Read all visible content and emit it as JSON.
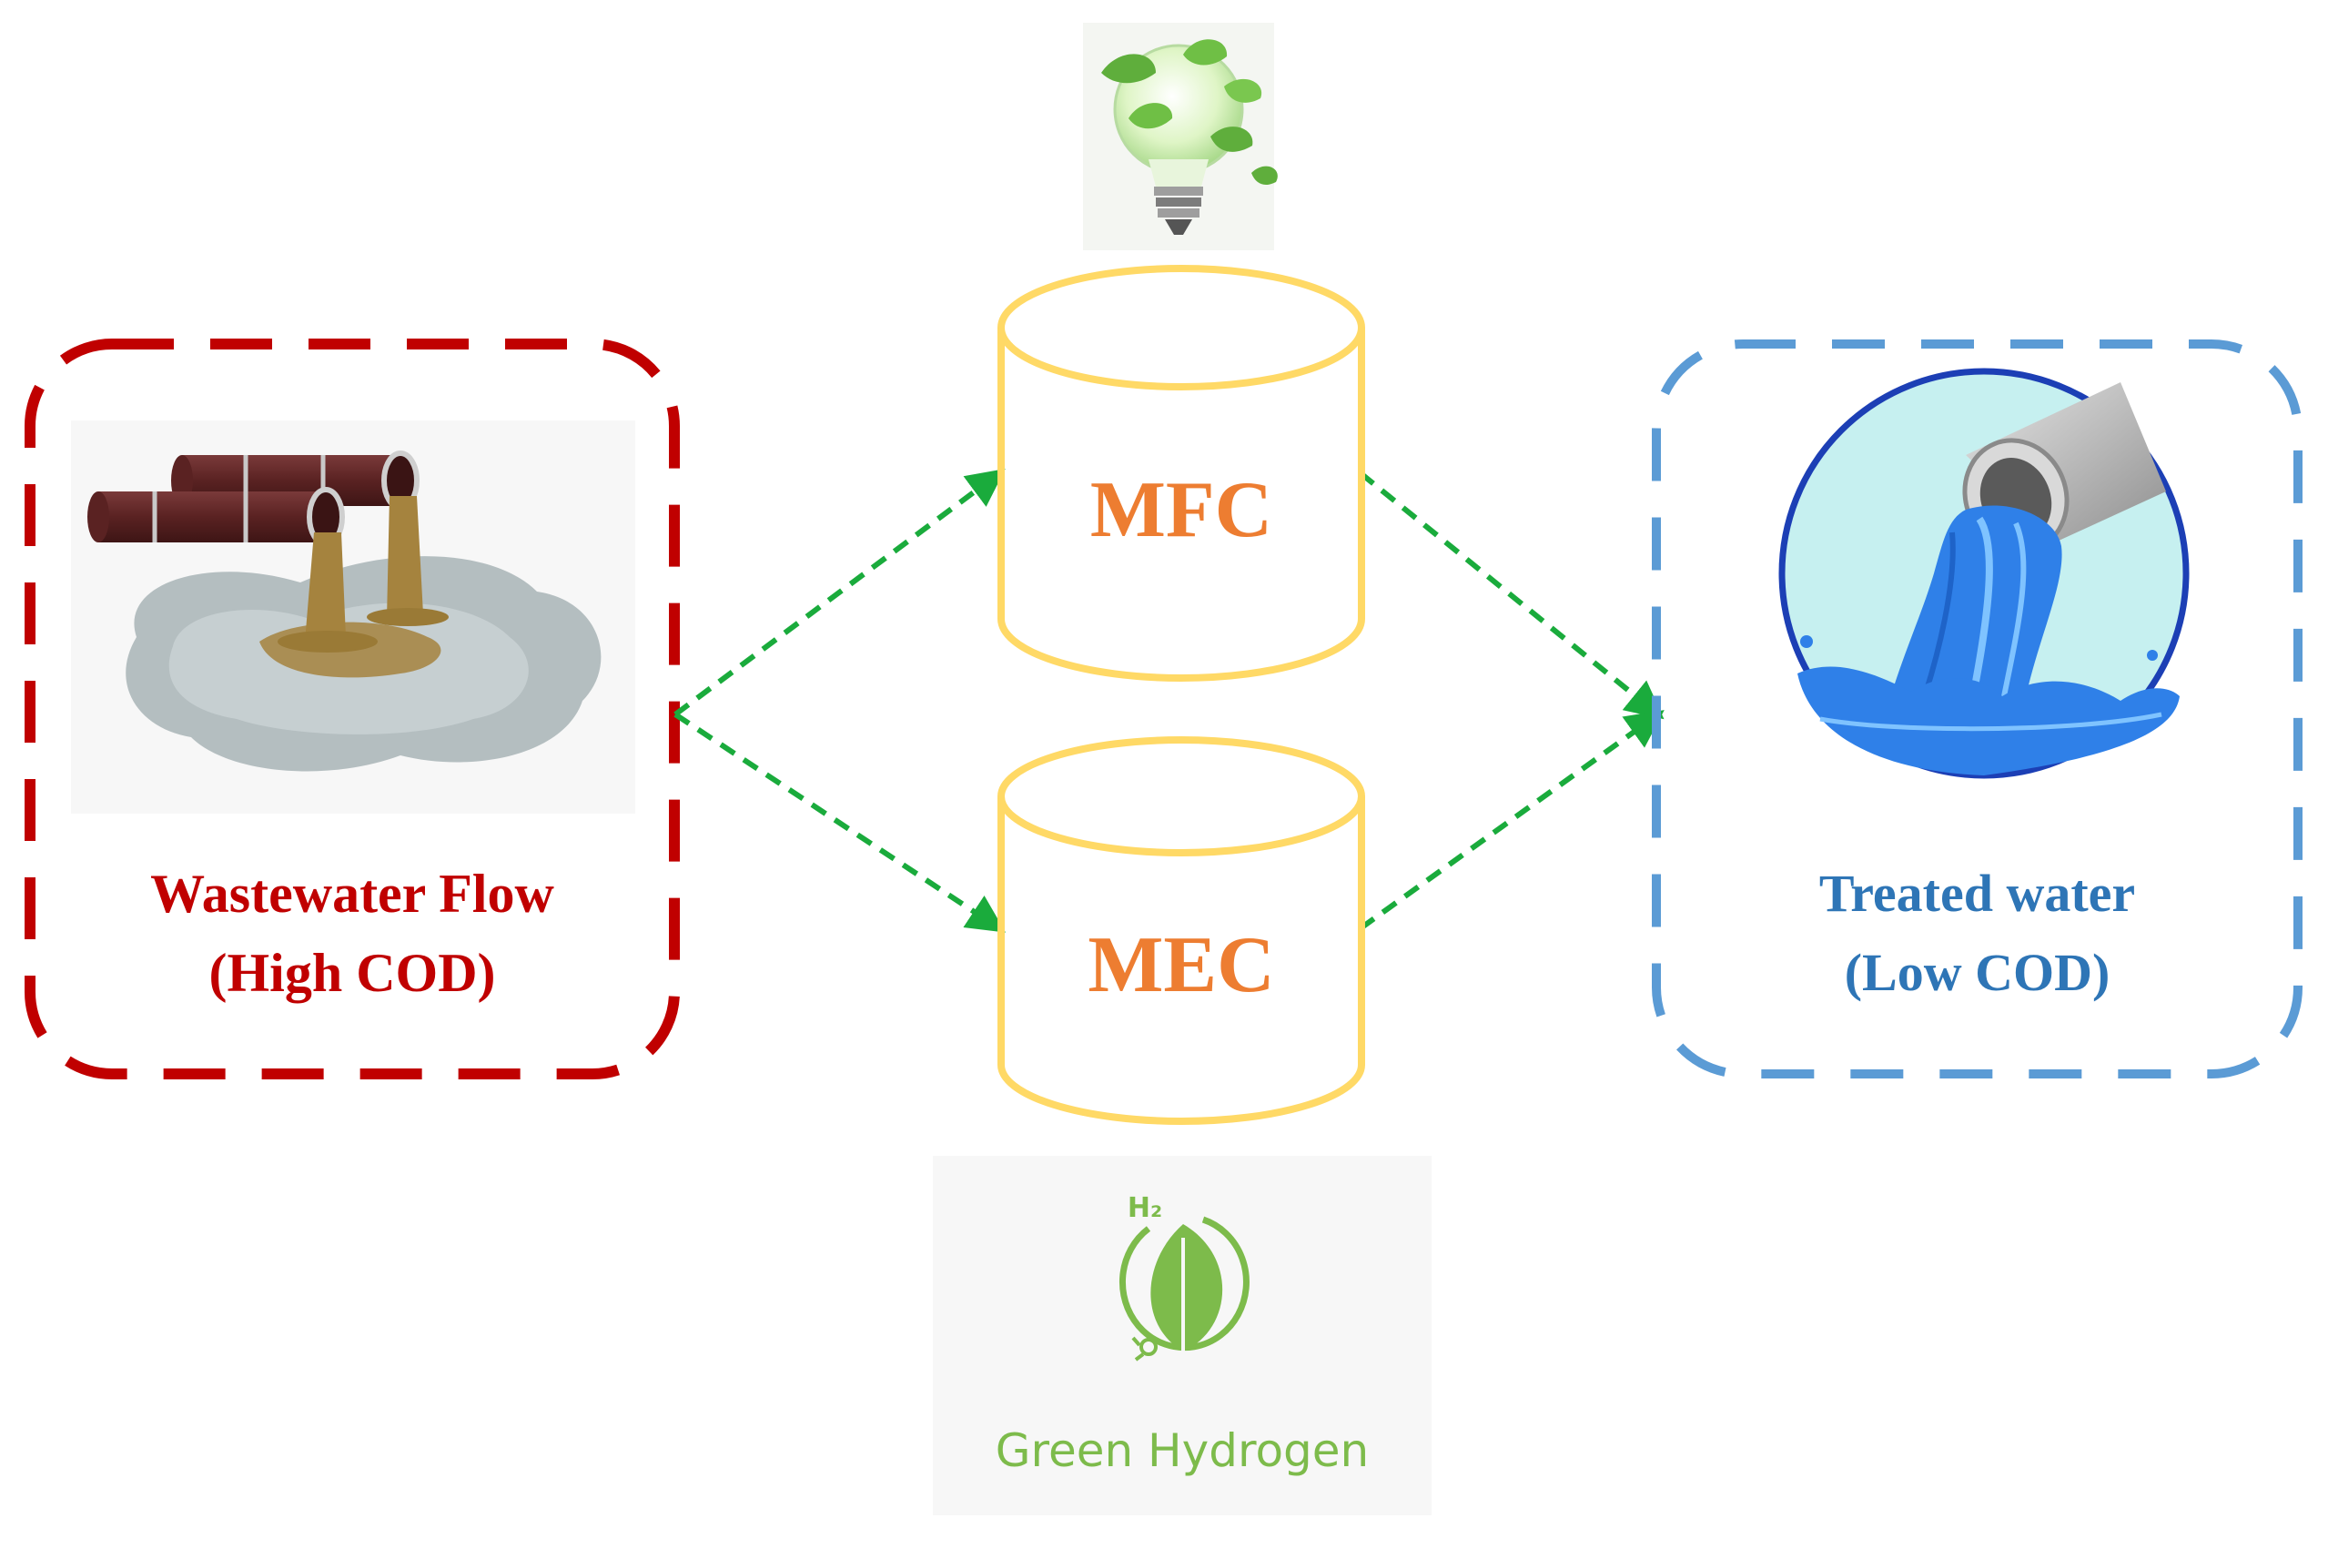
{
  "diagram": {
    "source": {
      "line1": "Wastewater Flow",
      "line2": "(High COD)",
      "color": "#c00000",
      "icon": "wastewater-pipes-icon"
    },
    "processes": [
      {
        "label": "MFC",
        "output_icon": "green-lightbulb-icon"
      },
      {
        "label": "MEC",
        "output_icon": "green-hydrogen-leaf-icon"
      }
    ],
    "process_label_color": "#ed7d31",
    "cylinder_color": "#ffd966",
    "arrow_color": "#1aab3c",
    "hydrogen": {
      "symbol": "H₂",
      "caption": "Green Hydrogen",
      "color": "#7dbb4b"
    },
    "target": {
      "line1": "Treated water",
      "line2": "(Low COD)",
      "color": "#2e75b6",
      "border_color": "#5b9bd5",
      "icon": "clean-water-pipe-icon"
    }
  }
}
